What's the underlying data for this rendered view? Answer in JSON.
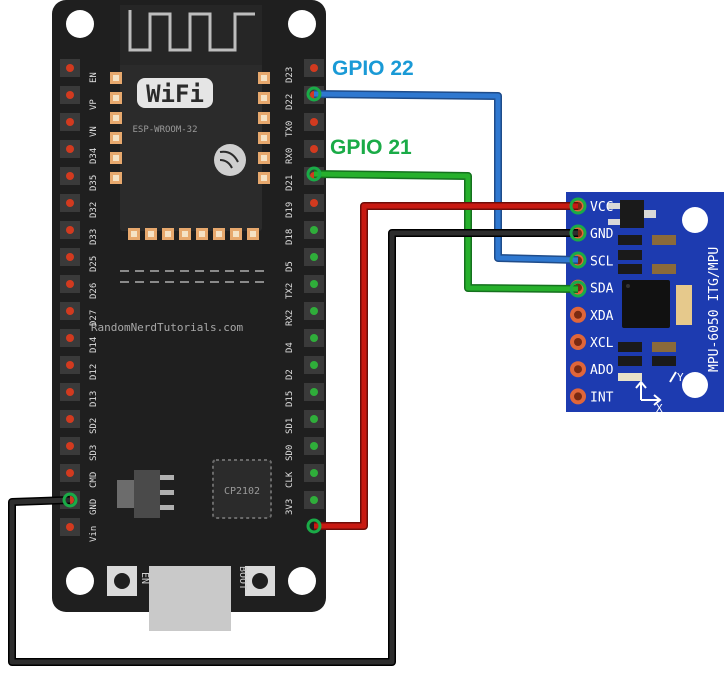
{
  "labels": {
    "gpio22": "GPIO 22",
    "gpio21": "GPIO 21"
  },
  "board": {
    "module_name": "ESP-WROOM-32",
    "wifi_logo": "WiFi",
    "website": "RandomNerdTutorials.com",
    "usb_chip": "CP2102",
    "button_en": "EN",
    "button_boot": "BOOT",
    "left_pins": [
      "EN",
      "VP",
      "VN",
      "D34",
      "D35",
      "D32",
      "D33",
      "D25",
      "D26",
      "D27",
      "D14",
      "D12",
      "D13",
      "SD2",
      "SD3",
      "CMD",
      "GND",
      "Vin"
    ],
    "right_pins": [
      "D23",
      "D22",
      "TX0",
      "RX0",
      "D21",
      "D19",
      "D18",
      "D5",
      "TX2",
      "RX2",
      "D4",
      "D2",
      "D15",
      "SD1",
      "SD0",
      "CLK",
      "3V3"
    ]
  },
  "sensor": {
    "title": "MPU-6050 ITG/MPU",
    "pins": [
      "VCC",
      "GND",
      "SCL",
      "SDA",
      "XDA",
      "XCL",
      "ADO",
      "INT"
    ],
    "axis_x": "X",
    "axis_y": "Y"
  },
  "colors": {
    "board": "#1f1f1f",
    "sensor": "#1d3bb0",
    "wire_vcc": "#c91a12",
    "wire_gnd": "#222222",
    "wire_scl": "#2f78d0",
    "wire_sda": "#27b02c"
  }
}
